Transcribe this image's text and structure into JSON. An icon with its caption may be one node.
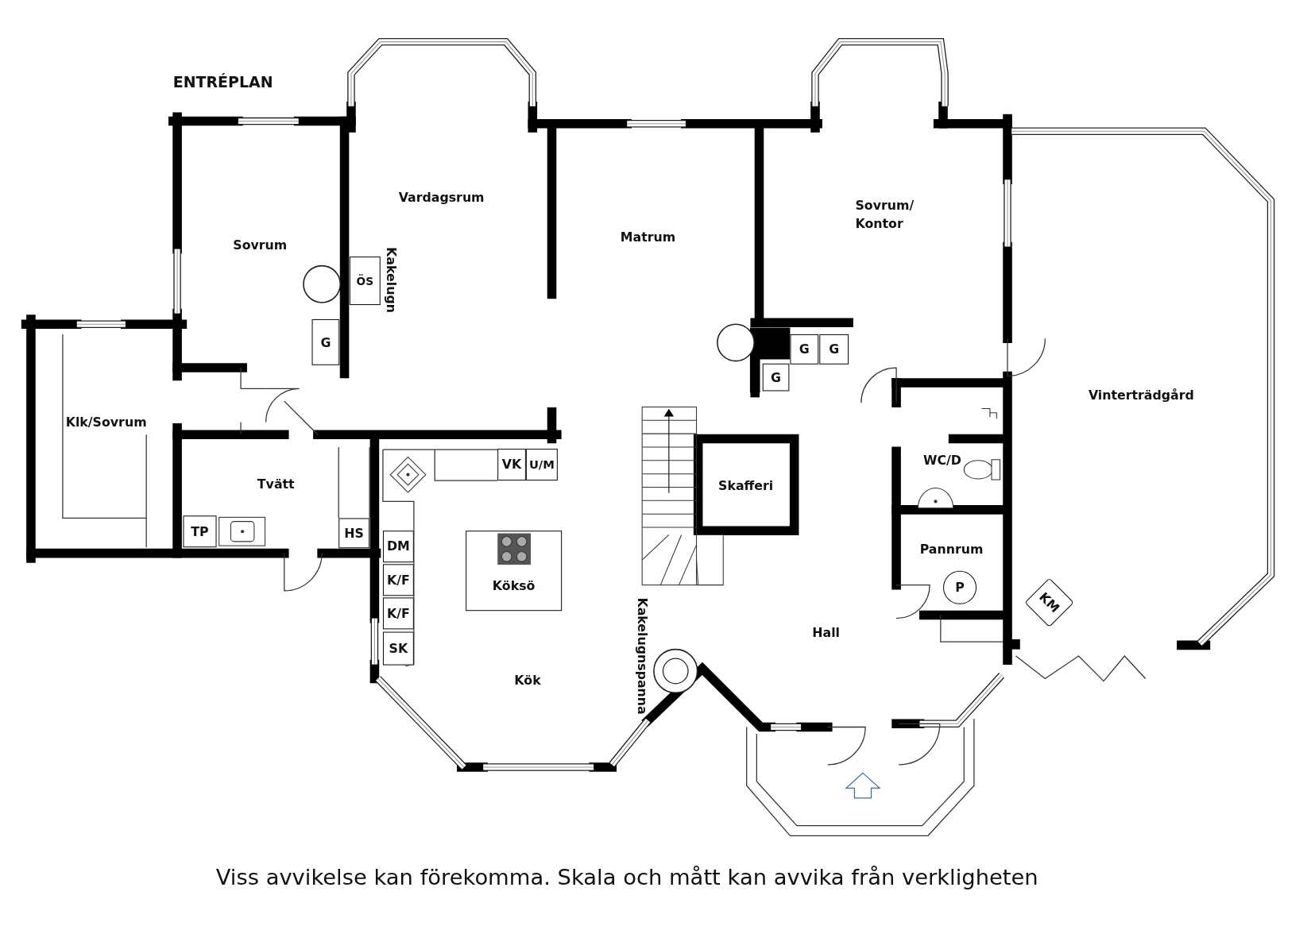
{
  "diagram": {
    "title": "ENTRÉPLAN",
    "caption": "Viss avvikelse kan förekomma. Skala och mått kan avvika från verkligheten",
    "nodes": [
      {
        "text": [
          "ÖS"
        ],
        "beside": [
          "Kakelugn"
        ]
      },
      {
        "text": [
          "G"
        ]
      },
      {
        "text": [
          "G"
        ]
      },
      {
        "text": [
          "G"
        ]
      },
      {
        "text": [
          "G"
        ]
      },
      {
        "text": [
          "VK"
        ]
      },
      {
        "text": [
          "U/M"
        ]
      },
      {
        "text": [
          "TP"
        ]
      },
      {
        "text": [
          "HS"
        ]
      },
      {
        "text": [
          "DM"
        ]
      },
      {
        "text": [
          "K/F"
        ]
      },
      {
        "text": [
          "K/F"
        ]
      },
      {
        "text": [
          "SK"
        ]
      },
      {
        "text": [
          "Köksö"
        ]
      },
      {
        "text": [
          "P"
        ]
      },
      {
        "text": [
          "KM"
        ]
      }
    ],
    "edges": [],
    "labels": [
      "Vardagsrum",
      "Sovrum",
      "Matrum",
      "Sovrum/ Kontor",
      "Klk/Sovrum",
      "Tvätt",
      "Vinterträdgård",
      "Skafferi",
      "WC/D",
      "Pannrum",
      "Hall",
      "Kök",
      "Kakelugnspanna"
    ]
  }
}
